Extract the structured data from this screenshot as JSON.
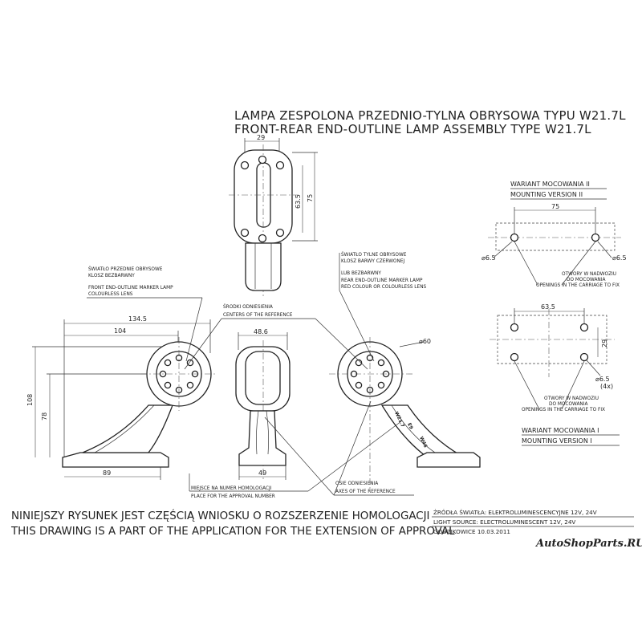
{
  "title": {
    "pl": "LAMPA ZESPOLONA PRZEDNIO-TYLNA OBRYSOWA TYPU W21.7L",
    "en": "FRONT-REAR END-OUTLINE LAMP ASSEMBLY TYPE W21.7L"
  },
  "labels": {
    "front_lamp": [
      "ŚWIATŁO PRZEDNIE OBRYSOWE",
      "KLOSZ BEZBARWNY",
      "FRONT END-OUTLINE MARKER LAMP",
      "COLOURLESS LENS"
    ],
    "rear_lamp": [
      "ŚWIATŁO TYLNE OBRYSOWE",
      "KLOSZ BARWY CZERWONEJ",
      "LUB BEZBARWNY",
      "REAR END-OUTLINE MARKER LAMP",
      "RED COLOUR OR COLOURLESS LENS"
    ],
    "reference_centers": [
      "ŚRODKI ODNIESIENIA",
      "CENTERS OF THE REFERENCE"
    ],
    "approval_place": [
      "MIEJSCE NA NUMER HOMOLOGACJI",
      "PLACE FOR THE APPROVAL NUMBER"
    ],
    "reference_axes": [
      "OSIE ODNIESIENIA",
      "AXES OF THE REFERENCE"
    ]
  },
  "mounting": {
    "v2_title": [
      "WARIANT MOCOWANIA II",
      "MOUNTING VERSION II"
    ],
    "v2_note": [
      "OTWORY W NADWOZIU",
      "DO MOCOWANIA",
      "OPENINGS IN THE CARRIAGE TO FIX"
    ],
    "v1_title": [
      "WARIANT MOCOWANIA I",
      "MOUNTING VERSION I"
    ],
    "v1_note": [
      "OTWORY W NADWOZIU",
      "DO MOCOWANIA",
      "OPENINGS IN THE CARRIAGE TO FIX"
    ]
  },
  "dimensions": {
    "top_width": "29",
    "top_inner": "63.5",
    "top_height": "75",
    "side_total": "134.5",
    "side_reach": "104",
    "side_height": "108",
    "side_center": "78",
    "side_base": "89",
    "front_head": "48.6",
    "front_base": "49",
    "rear_diameter": "⌀60",
    "v2_span": "75",
    "v2_hole_left": "⌀6.5",
    "v2_hole_right": "⌀6.5",
    "v1_span": "63.5",
    "v1_vert": "29",
    "v1_hole": "⌀6.5",
    "v1_count": "(4x)"
  },
  "footer": {
    "note_pl": "NINIEJSZY RYSUNEK JEST CZĘŚCIĄ WNIOSKU O  ROZSZERZENIE  HOMOLOGACJI",
    "note_en": "THIS DRAWING IS A PART OF THE APPLICATION FOR THE EXTENSION OF APPROVAL",
    "source_pl": "ŹRÓDŁA ŚWIATŁA: ELEKTROLUMINESCENCYJNE  12V, 24V",
    "source_en": "LIGHT SOURCE: ELECTROLUMINESCENT  12V, 24V",
    "place_date": "GODZIKOWICE 10.03.2011"
  },
  "marks": [
    "W21.7",
    "E9",
    "W46"
  ],
  "watermark": "AutoShopParts.RU",
  "colors": {
    "ink": "#222222",
    "watermark_blue": "#1f5fb0",
    "watermark_red": "#d42a1d"
  }
}
